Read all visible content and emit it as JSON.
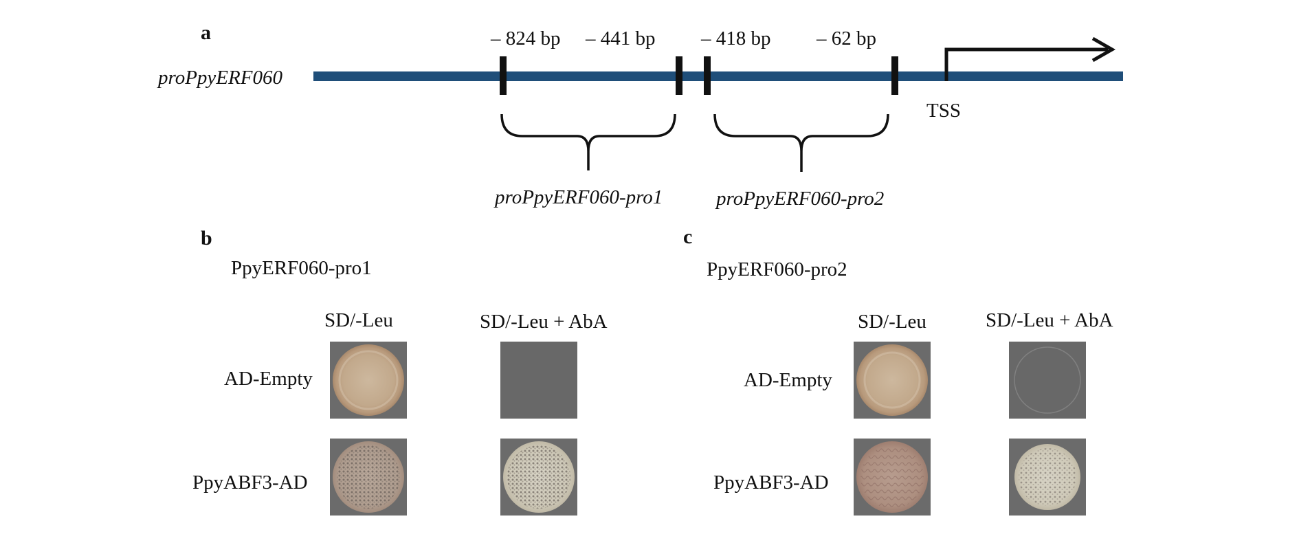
{
  "panel_a": {
    "letter": "a",
    "promoter_label": "proPpyERF060",
    "positions": [
      "– 824 bp",
      "– 441 bp",
      "– 418 bp",
      "– 62 bp"
    ],
    "tss_label": "TSS",
    "fragment1_label": "proPpyERF060-pro1",
    "fragment2_label": "proPpyERF060-pro2",
    "colors": {
      "promoter_line": "#1f4e79",
      "marker": "#111111"
    }
  },
  "panel_b": {
    "letter": "b",
    "title": "PpyERF060-pro1",
    "col_headers": [
      "SD/-Leu",
      "SD/-Leu + AbA"
    ],
    "row_labels": [
      "AD-Empty",
      "PpyABF3-AD"
    ],
    "growth": [
      [
        "growth",
        "no-growth"
      ],
      [
        "growth",
        "growth"
      ]
    ]
  },
  "panel_c": {
    "letter": "c",
    "title": "PpyERF060-pro2",
    "col_headers": [
      "SD/-Leu",
      "SD/-Leu + AbA"
    ],
    "row_labels": [
      "AD-Empty",
      "PpyABF3-AD"
    ],
    "growth": [
      [
        "growth",
        "no-growth"
      ],
      [
        "growth",
        "growth"
      ]
    ]
  }
}
